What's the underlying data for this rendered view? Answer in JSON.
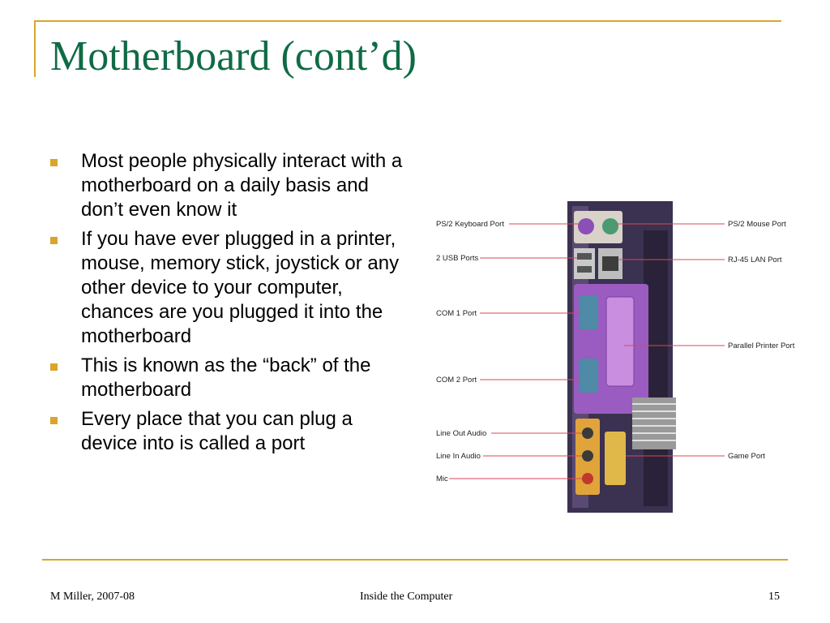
{
  "slide": {
    "title": "Motherboard (cont’d)",
    "bullets": [
      "Most people physically interact with a motherboard on a daily basis and don’t even know it",
      "If you have ever plugged in a printer, mouse, memory stick, joystick or any other device to your computer, chances are you plugged it into the motherboard",
      "This is known as the “back” of the motherboard",
      "Every place that you can plug a device into is called a port"
    ]
  },
  "figure": {
    "labels_left": [
      "PS/2 Keyboard Port",
      "2 USB Ports",
      "COM 1 Port",
      "COM 2 Port",
      "Line Out Audio",
      "Line In Audio",
      "Mic"
    ],
    "labels_right": [
      "PS/2 Mouse Port",
      "RJ-45 LAN Port",
      "Parallel Printer Port",
      "Game Port"
    ]
  },
  "footer": {
    "author": "M Miller, 2007-08",
    "course": "Inside the Computer",
    "page": "15"
  },
  "colors": {
    "accent": "#d9a52a",
    "title": "#0f6b45",
    "callout": "#d9475a"
  }
}
